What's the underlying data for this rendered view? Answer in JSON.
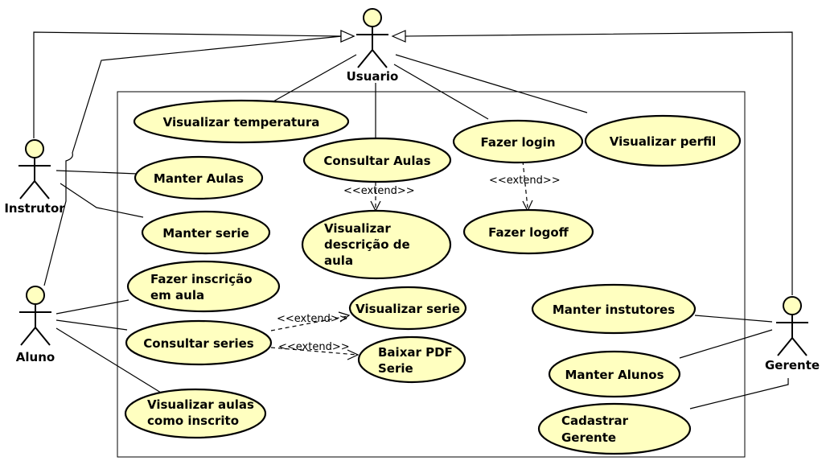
{
  "actors": {
    "usuario": "Usuario",
    "instrutor": "Instrutor",
    "aluno": "Aluno",
    "gerente": "Gerente"
  },
  "use_cases": {
    "visualizar_temperatura": [
      "Visualizar temperatura"
    ],
    "consultar_aulas": [
      "Consultar Aulas"
    ],
    "fazer_login": [
      "Fazer login"
    ],
    "visualizar_perfil": [
      "Visualizar perfil"
    ],
    "manter_aulas": [
      "Manter Aulas"
    ],
    "manter_serie": [
      "Manter serie"
    ],
    "visualizar_descricao_aula": [
      "Visualizar",
      "descrição de",
      "aula"
    ],
    "fazer_logoff": [
      "Fazer logoff"
    ],
    "fazer_inscricao": [
      "Fazer inscrição",
      "em aula"
    ],
    "consultar_series": [
      "Consultar series"
    ],
    "visualizar_serie": [
      "Visualizar serie"
    ],
    "baixar_pdf_serie": [
      "Baixar PDF",
      "Serie"
    ],
    "visualizar_aulas_inscrito": [
      "Visualizar aulas",
      "como inscrito"
    ],
    "manter_instrutores": [
      "Manter instutores"
    ],
    "manter_alunos": [
      "Manter Alunos"
    ],
    "cadastrar_gerente": [
      "Cadastrar",
      "Gerente"
    ]
  },
  "stereotypes": {
    "extend": "<<extend>>"
  },
  "colors": {
    "usecase_fill": "#ffffc0",
    "line": "#000000",
    "background": "#ffffff"
  }
}
